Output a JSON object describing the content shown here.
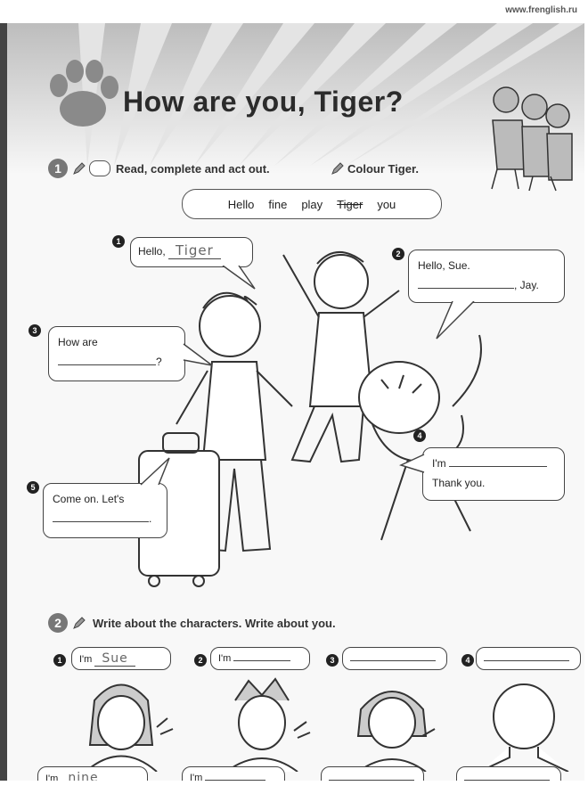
{
  "site_url": "www.frenglish.ru",
  "title": "How are you, Tiger?",
  "exercise1": {
    "number": "1",
    "instruction": "Read, complete and act out.",
    "instruction2": "Colour Tiger.",
    "word_bank": [
      "Hello",
      "fine",
      "play",
      "Tiger",
      "you"
    ],
    "bubbles": [
      {
        "num": "1",
        "text": "Hello,",
        "answer": "Tiger"
      },
      {
        "num": "2",
        "line1": "Hello, Sue.",
        "line2_suffix": ", Jay."
      },
      {
        "num": "3",
        "line1": "How are",
        "line2_suffix": "?"
      },
      {
        "num": "4",
        "prefix": "I'm",
        "line2": "Thank you."
      },
      {
        "num": "5",
        "line1": "Come on. Let's",
        "line2_suffix": "."
      }
    ]
  },
  "exercise2": {
    "number": "2",
    "instruction": "Write about the characters. Write about you.",
    "items": [
      {
        "num": "1",
        "top_prefix": "I'm",
        "top_answer": "Sue",
        "bottom_prefix": "I'm",
        "bottom_answer": "nine"
      },
      {
        "num": "2",
        "top_prefix": "I'm",
        "bottom_prefix": "I'm"
      },
      {
        "num": "3"
      },
      {
        "num": "4"
      }
    ]
  }
}
